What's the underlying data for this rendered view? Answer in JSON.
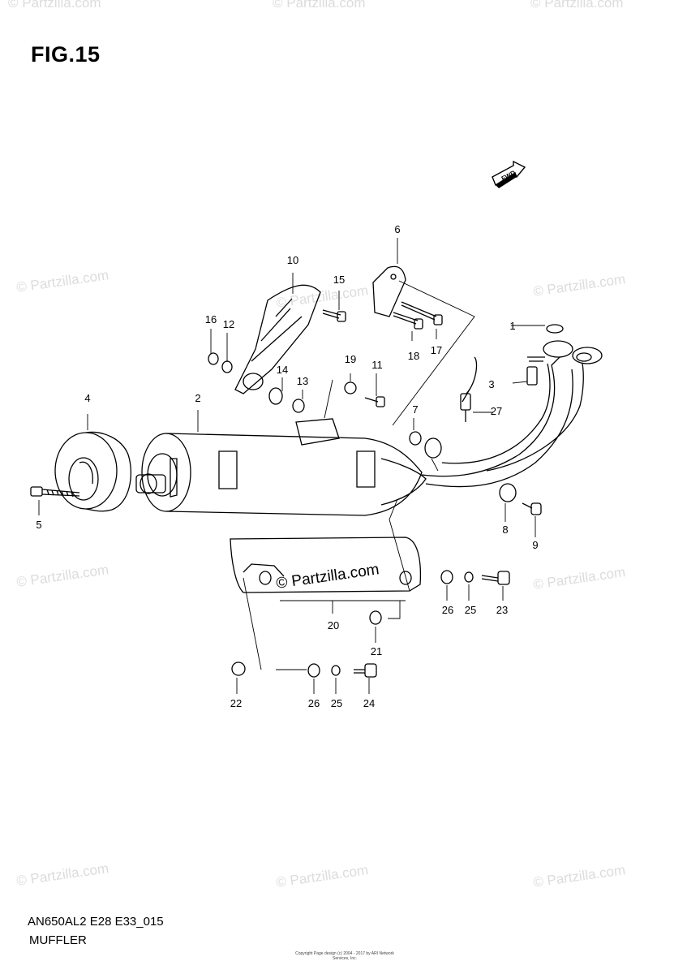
{
  "figure": {
    "title": "FIG.15"
  },
  "direction_badge": {
    "text": "FWD"
  },
  "callouts": [
    {
      "id": "1",
      "label": "1"
    },
    {
      "id": "2",
      "label": "2"
    },
    {
      "id": "3",
      "label": "3"
    },
    {
      "id": "4",
      "label": "4"
    },
    {
      "id": "5",
      "label": "5"
    },
    {
      "id": "6",
      "label": "6"
    },
    {
      "id": "7",
      "label": "7"
    },
    {
      "id": "8",
      "label": "8"
    },
    {
      "id": "9",
      "label": "9"
    },
    {
      "id": "10",
      "label": "10"
    },
    {
      "id": "11",
      "label": "11"
    },
    {
      "id": "12",
      "label": "12"
    },
    {
      "id": "13",
      "label": "13"
    },
    {
      "id": "14",
      "label": "14"
    },
    {
      "id": "15",
      "label": "15"
    },
    {
      "id": "16",
      "label": "16"
    },
    {
      "id": "17",
      "label": "17"
    },
    {
      "id": "18",
      "label": "18"
    },
    {
      "id": "19",
      "label": "19"
    },
    {
      "id": "20",
      "label": "20"
    },
    {
      "id": "21",
      "label": "21"
    },
    {
      "id": "22",
      "label": "22"
    },
    {
      "id": "23",
      "label": "23"
    },
    {
      "id": "24",
      "label": "24"
    },
    {
      "id": "25a",
      "label": "25"
    },
    {
      "id": "25b",
      "label": "25"
    },
    {
      "id": "26a",
      "label": "26"
    },
    {
      "id": "26b",
      "label": "26"
    },
    {
      "id": "27",
      "label": "27"
    }
  ],
  "watermarks": {
    "text": "© Partzilla.com",
    "center_text": "© Partzilla.com"
  },
  "footer": {
    "diagram_code": "AN650AL2 E28 E33_015",
    "section_name": "MUFFLER",
    "copyright": "Copyright Page design (c) 2004 - 2017 by ARI Network Services, Inc."
  }
}
